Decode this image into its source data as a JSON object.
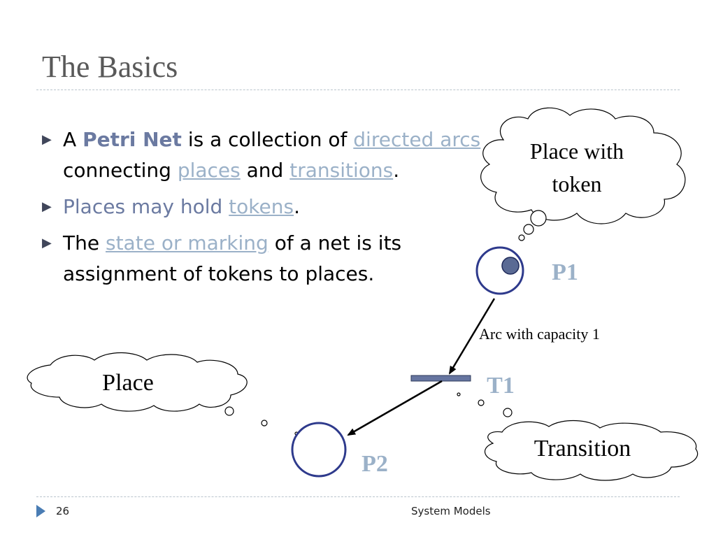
{
  "slide": {
    "title": "The Basics",
    "bullets": [
      {
        "parts": [
          {
            "text": "A ",
            "style": "plain"
          },
          {
            "text": "Petri Net",
            "style": "strong"
          },
          {
            "text": " is a collection of ",
            "style": "plain"
          },
          {
            "text": "directed arcs",
            "style": "link"
          },
          {
            "text": " connecting ",
            "style": "plain"
          },
          {
            "text": "places",
            "style": "link"
          },
          {
            "text": " and ",
            "style": "plain"
          },
          {
            "text": "transitions",
            "style": "link"
          },
          {
            "text": ".",
            "style": "plain"
          }
        ]
      },
      {
        "parts": [
          {
            "text": "Places may hold ",
            "style": "accent"
          },
          {
            "text": "tokens",
            "style": "link"
          },
          {
            "text": ".",
            "style": "plain"
          }
        ]
      },
      {
        "parts": [
          {
            "text": "The ",
            "style": "plain"
          },
          {
            "text": "state or marking",
            "style": "link"
          },
          {
            "text": " of a net is its assignment of tokens to places.",
            "style": "plain"
          }
        ]
      }
    ],
    "bullet_icon": "triangle-right-icon"
  },
  "diagram": {
    "clouds": {
      "place_with_token": {
        "line1": "Place with",
        "line2": "token"
      },
      "place": "Place",
      "transition": "Transition"
    },
    "labels": {
      "p1": "P1",
      "p2": "P2",
      "t1": "T1",
      "arc": "Arc with capacity 1"
    },
    "colors": {
      "node_stroke": "#2e3a8c",
      "token_fill": "#5a6a94",
      "transition_fill": "#6675a0",
      "label_color": "#9bb1c8"
    }
  },
  "footer": {
    "page_number": "26",
    "title": "System Models",
    "icon": "triangle-right-icon"
  }
}
